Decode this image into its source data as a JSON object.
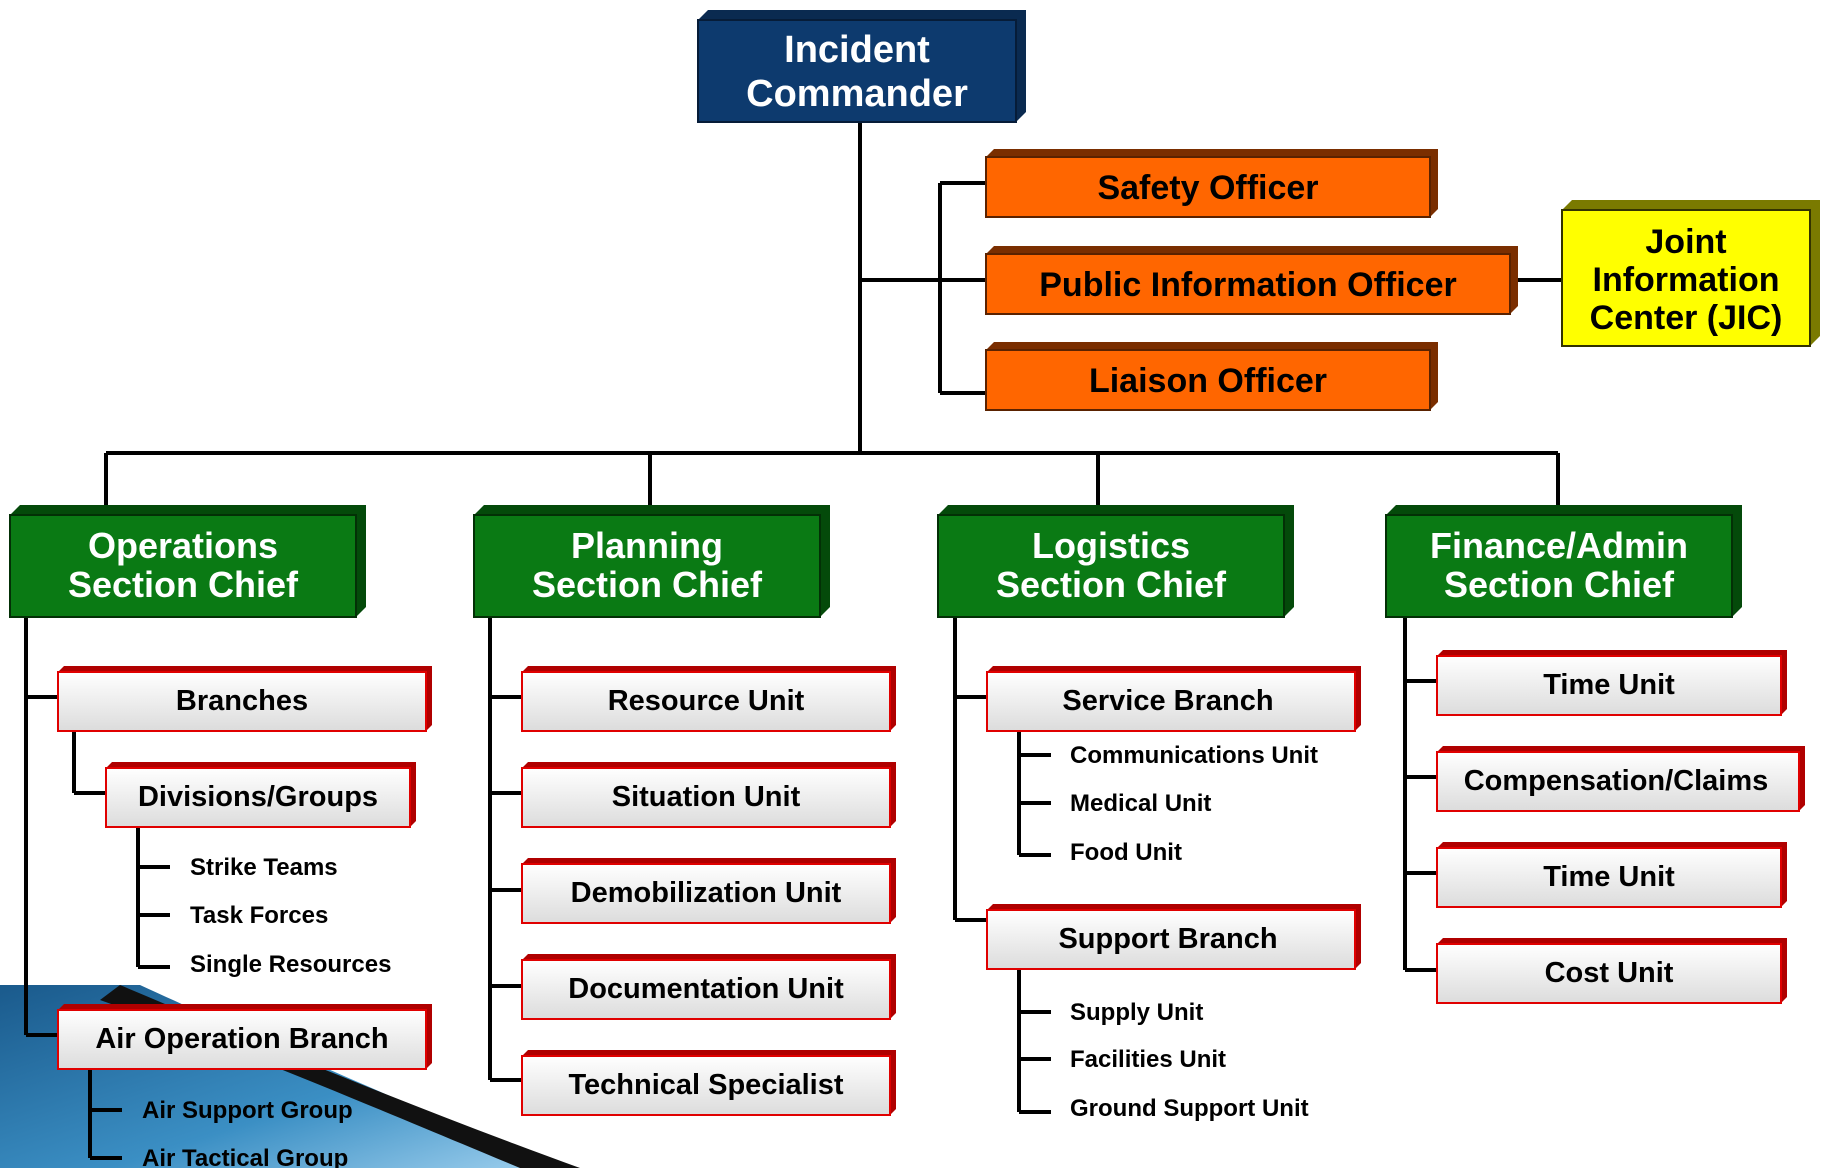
{
  "commander": {
    "line1": "Incident",
    "line2": "Commander"
  },
  "staff": {
    "safety": "Safety Officer",
    "public_info": "Public Information Officer",
    "liaison": "Liaison Officer",
    "jic": {
      "line1": "Joint",
      "line2": "Information",
      "line3": "Center (JIC)"
    }
  },
  "sections": {
    "operations": {
      "line1": "Operations",
      "line2": "Section Chief"
    },
    "planning": {
      "line1": "Planning",
      "line2": "Section Chief"
    },
    "logistics": {
      "line1": "Logistics",
      "line2": "Section Chief"
    },
    "finance": {
      "line1": "Finance/Admin",
      "line2": "Section Chief"
    }
  },
  "operations": {
    "branches": "Branches",
    "divisions": "Divisions/Groups",
    "resources": [
      "Strike Teams",
      "Task Forces",
      "Single Resources"
    ],
    "air_branch": "Air Operation Branch",
    "air_groups": [
      "Air Support Group",
      "Air Tactical Group"
    ]
  },
  "planning": {
    "units": [
      "Resource Unit",
      "Situation Unit",
      "Demobilization Unit",
      "Documentation Unit",
      "Technical Specialist"
    ]
  },
  "logistics": {
    "service_branch": "Service Branch",
    "service_units": [
      "Communications Unit",
      "Medical Unit",
      "Food Unit"
    ],
    "support_branch": "Support Branch",
    "support_units": [
      "Supply Unit",
      "Facilities Unit",
      "Ground Support Unit"
    ]
  },
  "finance": {
    "units": [
      "Time Unit",
      "Compensation/Claims",
      "Time Unit",
      "Cost Unit"
    ]
  },
  "colors": {
    "commander": "#0d3a6e",
    "command_staff": "#ff6600",
    "jic": "#ffff00",
    "section": "#0a7a14",
    "unit_border": "#e00000",
    "accent_teal": "#2e7fb0"
  }
}
